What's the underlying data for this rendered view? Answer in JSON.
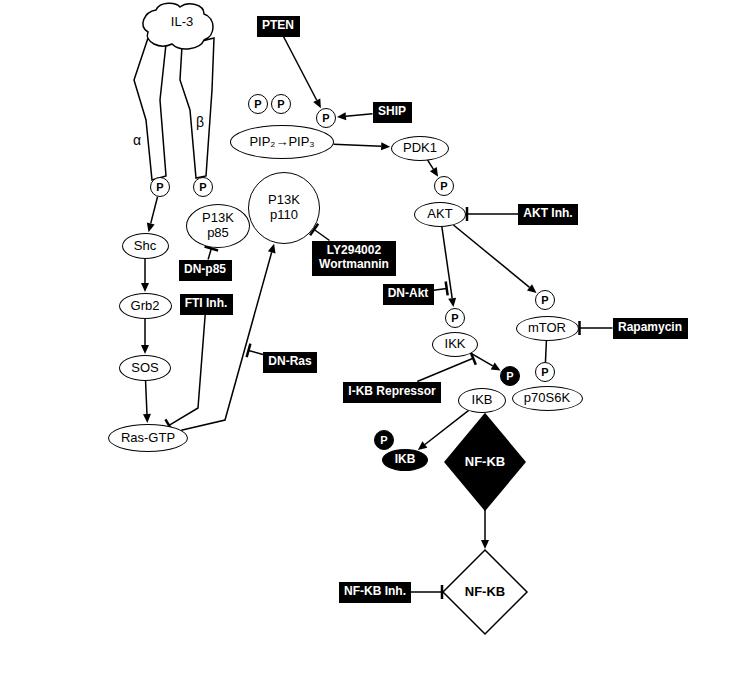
{
  "diagram": {
    "nodes": [
      {
        "text": [
          "PTEN"
        ]
      },
      {
        "text": [
          "P"
        ]
      },
      {
        "text": [
          "P"
        ]
      },
      {
        "text": [
          "P"
        ]
      },
      {
        "text": [
          "SHIP"
        ]
      },
      {
        "text": [
          "PIP₂→PIP₃"
        ]
      },
      {
        "text": [
          "PDK1"
        ]
      },
      {
        "text": [
          "P"
        ]
      },
      {
        "text": [
          "P"
        ]
      },
      {
        "text": [
          "P13K p110"
        ]
      },
      {
        "text": [
          "P13K p85"
        ]
      },
      {
        "text": [
          "P"
        ]
      },
      {
        "text": [
          "AKT"
        ]
      },
      {
        "text": [
          "AKT Inh."
        ]
      },
      {
        "text": [
          "Shc"
        ]
      },
      {
        "text": [
          "LY294002 Wortmannin"
        ]
      },
      {
        "text": [
          "DN-p85"
        ]
      },
      {
        "text": [
          "FTI Inh."
        ]
      },
      {
        "text": [
          "DN-Akt"
        ]
      },
      {
        "text": [
          "P"
        ]
      },
      {
        "text": [
          "P"
        ]
      },
      {
        "text": [
          "Grb2"
        ]
      },
      {
        "text": [
          "DN-Ras"
        ]
      },
      {
        "text": [
          "IKK"
        ]
      },
      {
        "text": [
          "mTOR"
        ]
      },
      {
        "text": [
          "Rapamycin"
        ]
      },
      {
        "text": [
          "P"
        ]
      },
      {
        "text": [
          "SOS"
        ]
      },
      {
        "text": [
          "I-KB Repressor"
        ]
      },
      {
        "text": [
          "IKB"
        ]
      },
      {
        "text": [
          "P"
        ]
      },
      {
        "text": [
          "p70S6K"
        ]
      },
      {
        "text": [
          "P"
        ]
      },
      {
        "text": [
          "IKB"
        ]
      },
      {
        "text": [
          "NF-KB"
        ]
      },
      {
        "text": [
          "Ras-GTP"
        ]
      },
      {
        "text": [
          "NF-KB Inh."
        ]
      },
      {
        "text": [
          "NF-KB"
        ]
      }
    ],
    "edges": [
      {
        "from": 0,
        "to": 3,
        "arrow": "to"
      },
      {
        "from": 4,
        "to": 3,
        "arrow": "to"
      },
      {
        "from": 5,
        "to": 6,
        "arrow": "to"
      },
      {
        "from": 6,
        "to": 11,
        "arrow": "to"
      },
      {
        "from": 13,
        "to": 12,
        "arrow": "to"
      },
      {
        "from": 12,
        "to": 19,
        "arrow": "to"
      },
      {
        "from": 12,
        "to": 20,
        "arrow": "to"
      },
      {
        "from": 7,
        "to": 14,
        "arrow": "to"
      },
      {
        "from": 14,
        "to": 21,
        "arrow": "to"
      },
      {
        "from": 21,
        "to": 27,
        "arrow": "to"
      },
      {
        "from": 27,
        "to": 35,
        "arrow": "to"
      },
      {
        "from": 35,
        "to": 9,
        "arrow": "to"
      },
      {
        "from": 17,
        "to": 35,
        "arrow": "to"
      },
      {
        "from": 16,
        "to": 10,
        "arrow": "to"
      },
      {
        "from": 15,
        "to": 9,
        "arrow": "to"
      },
      {
        "from": 23,
        "to": 26,
        "arrow": "to"
      },
      {
        "from": 29,
        "to": 33,
        "arrow": "to"
      },
      {
        "from": 34,
        "to": 37,
        "arrow": "to"
      },
      {
        "from": 36,
        "to": 37,
        "arrow": "to"
      },
      {
        "from": 25,
        "to": 24,
        "arrow": "to"
      },
      {
        "from": 24,
        "to": 30,
        "arrow": "none"
      }
    ],
    "labels": [
      "IL-3",
      "α",
      "β"
    ]
  }
}
